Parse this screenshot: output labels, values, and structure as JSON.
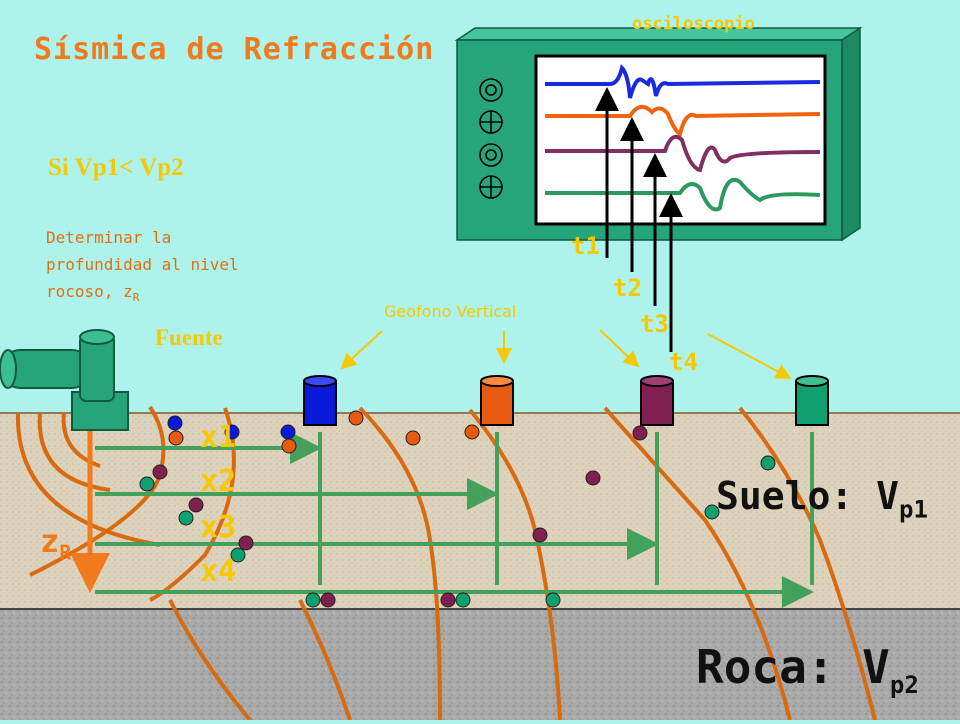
{
  "title": "Sísmica de Refracción",
  "oscilloscope_label": "osciloscopio",
  "condition": "Si Vp1< Vp2",
  "task_text": "Determinar la profundidad al nivel rocoso, z",
  "task_sub": "R",
  "source_label": "Fuente",
  "geophone_label": "Geofono Vertical",
  "times": [
    "t1",
    "t2",
    "t3",
    "t4"
  ],
  "distances": [
    "x1",
    "x2",
    "x3",
    "x4"
  ],
  "depth_label": "z",
  "depth_sub": "R",
  "soil_label": "Suelo: V",
  "soil_sub": "p1",
  "rock_label": "Roca: V",
  "rock_sub": "p2",
  "colors": {
    "sky": "#aef2ec",
    "soil": "#ddd2bc",
    "rock": "#a9a9a9",
    "scope": "#27a57a",
    "wavefront": "#f07a1c",
    "ray": "#44a05a",
    "geophone_blue": "#0a1ad8",
    "geophone_orange": "#e85a10",
    "geophone_maroon": "#802050",
    "geophone_green": "#10a070",
    "label_yellow": "#f5c800"
  }
}
